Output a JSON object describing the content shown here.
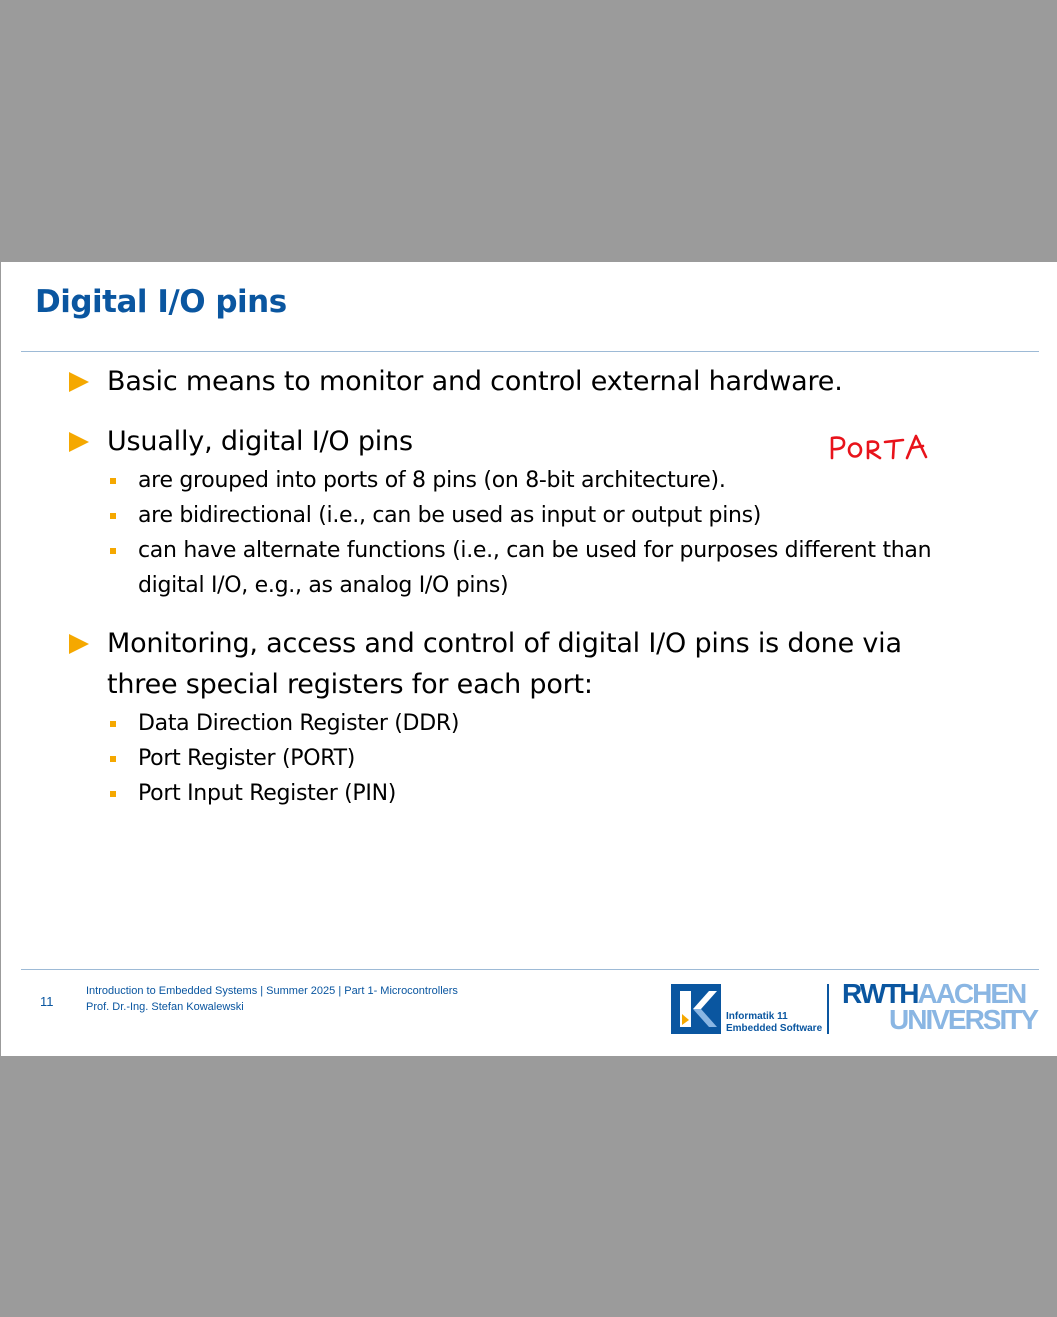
{
  "slide": {
    "title": "Digital I/O pins",
    "bullets": [
      {
        "text": "Basic means to monitor and control external hardware."
      },
      {
        "text": "Usually, digital I/O pins",
        "subs": [
          "are grouped into ports of 8 pins (on 8-bit architecture).",
          "are bidirectional (i.e., can be used as input or output pins)",
          "can have alternate functions (i.e., can be used for purposes different than",
          "digital I/O, e.g., as analog I/O pins)"
        ]
      },
      {
        "text_line1": "Monitoring, access and control of digital I/O pins is done via",
        "text_line2": "three special registers for each port:",
        "subs": [
          "Data Direction Register (DDR)",
          "Port Register (PORT)",
          "Port Input Register (PIN)"
        ]
      }
    ],
    "handwritten_note": "PORTA"
  },
  "footer": {
    "page_number": "11",
    "course_line": "Introduction to Embedded Systems | Summer 2025 | Part 1- Microcontrollers",
    "author_line": "Prof. Dr.-Ing. Stefan Kowalewski",
    "i11_line1": "Informatik 11",
    "i11_line2": "Embedded Software",
    "rwth_dark": "RWTH",
    "rwth_light": "AACHEN",
    "rwth_line2": "UNIVERSITY"
  },
  "colors": {
    "title_blue": "#0a56a0",
    "bullet_orange": "#f5a800",
    "annotation_red": "#e8131b",
    "background_gray": "#9b9b9b"
  }
}
